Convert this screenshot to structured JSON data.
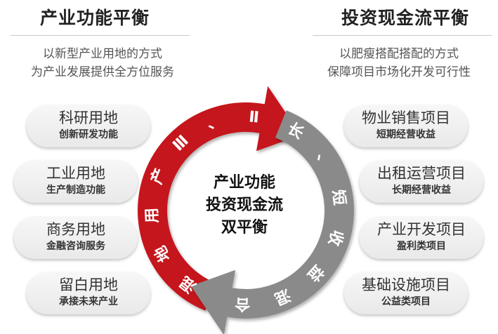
{
  "left": {
    "title": "产业功能平衡",
    "desc_line1": "以新型产业用地的方式",
    "desc_line2": "为产业发展提供全方位服务",
    "items": [
      {
        "name": "科研用地",
        "sub": "创新研发功能"
      },
      {
        "name": "工业用地",
        "sub": "生产制造功能"
      },
      {
        "name": "商务用地",
        "sub": "金融咨询服务"
      },
      {
        "name": "留白用地",
        "sub": "承接未来产业"
      }
    ]
  },
  "right": {
    "title": "投资现金流平衡",
    "desc_line1": "以肥瘦搭配搭配的方式",
    "desc_line2": "保障项目市场化开发可行性",
    "items": [
      {
        "name": "物业销售项目",
        "sub": "短期经营收益"
      },
      {
        "name": "出租运营项目",
        "sub": "长期经营收益"
      },
      {
        "name": "产业开发项目",
        "sub": "盈利类项目"
      },
      {
        "name": "基础设施项目",
        "sub": "公益类项目"
      }
    ]
  },
  "center": {
    "line1": "产业功能",
    "line2": "投资现金流",
    "line3": "双平衡"
  },
  "ring": {
    "red_chars": [
      "混",
      "地",
      "用",
      "产",
      "Ⅲ",
      "、",
      "Ⅱ"
    ],
    "gray_chars": [
      "长",
      "、",
      "短",
      "收",
      "益",
      "混",
      "合"
    ]
  },
  "colors": {
    "red": "#c4161c",
    "gray": "#8a8a8a"
  }
}
